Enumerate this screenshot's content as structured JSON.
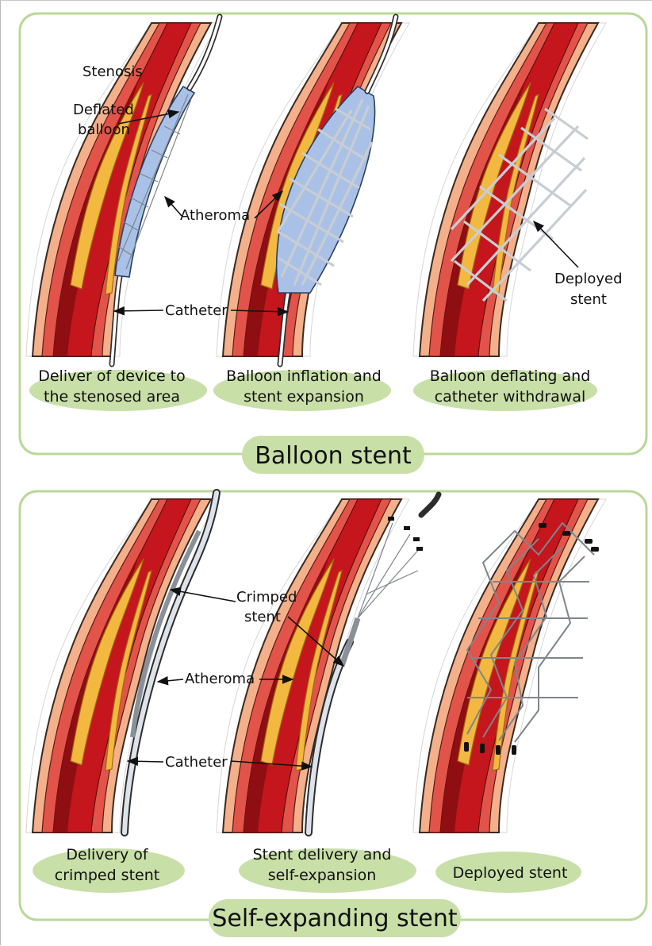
{
  "sections": {
    "balloon": {
      "title": "Balloon stent",
      "labels": {
        "stenosis": "Stenosis",
        "deflated_balloon_1": "Deflated",
        "deflated_balloon_2": "balloon",
        "atheroma": "Atheroma",
        "catheter": "Catheter",
        "deployed_stent_1": "Deployed",
        "deployed_stent_2": "stent"
      },
      "captions": [
        {
          "line1": "Deliver of device to",
          "line2": "the stenosed area"
        },
        {
          "line1": "Balloon inflation and",
          "line2": "stent expansion"
        },
        {
          "line1": "Balloon deflating and",
          "line2": "catheter withdrawal"
        }
      ]
    },
    "self_expanding": {
      "title": "Self-expanding stent",
      "labels": {
        "crimped_stent_1": "Crimped",
        "crimped_stent_2": "stent",
        "atheroma": "Atheroma",
        "catheter": "Catheter"
      },
      "captions": [
        {
          "line1": "Delivery of",
          "line2": "crimped stent"
        },
        {
          "line1": "Stent delivery and",
          "line2": "self-expansion"
        },
        {
          "line1": "Deployed stent",
          "line2": ""
        }
      ]
    }
  },
  "colors": {
    "frame_green": "#b9d898",
    "caption_green": "#c9dfa8",
    "vessel_outer": "#f3b08b",
    "vessel_lumen": "#c4161c",
    "plaque": "#f2b840",
    "balloon": "#a9c1e6"
  }
}
